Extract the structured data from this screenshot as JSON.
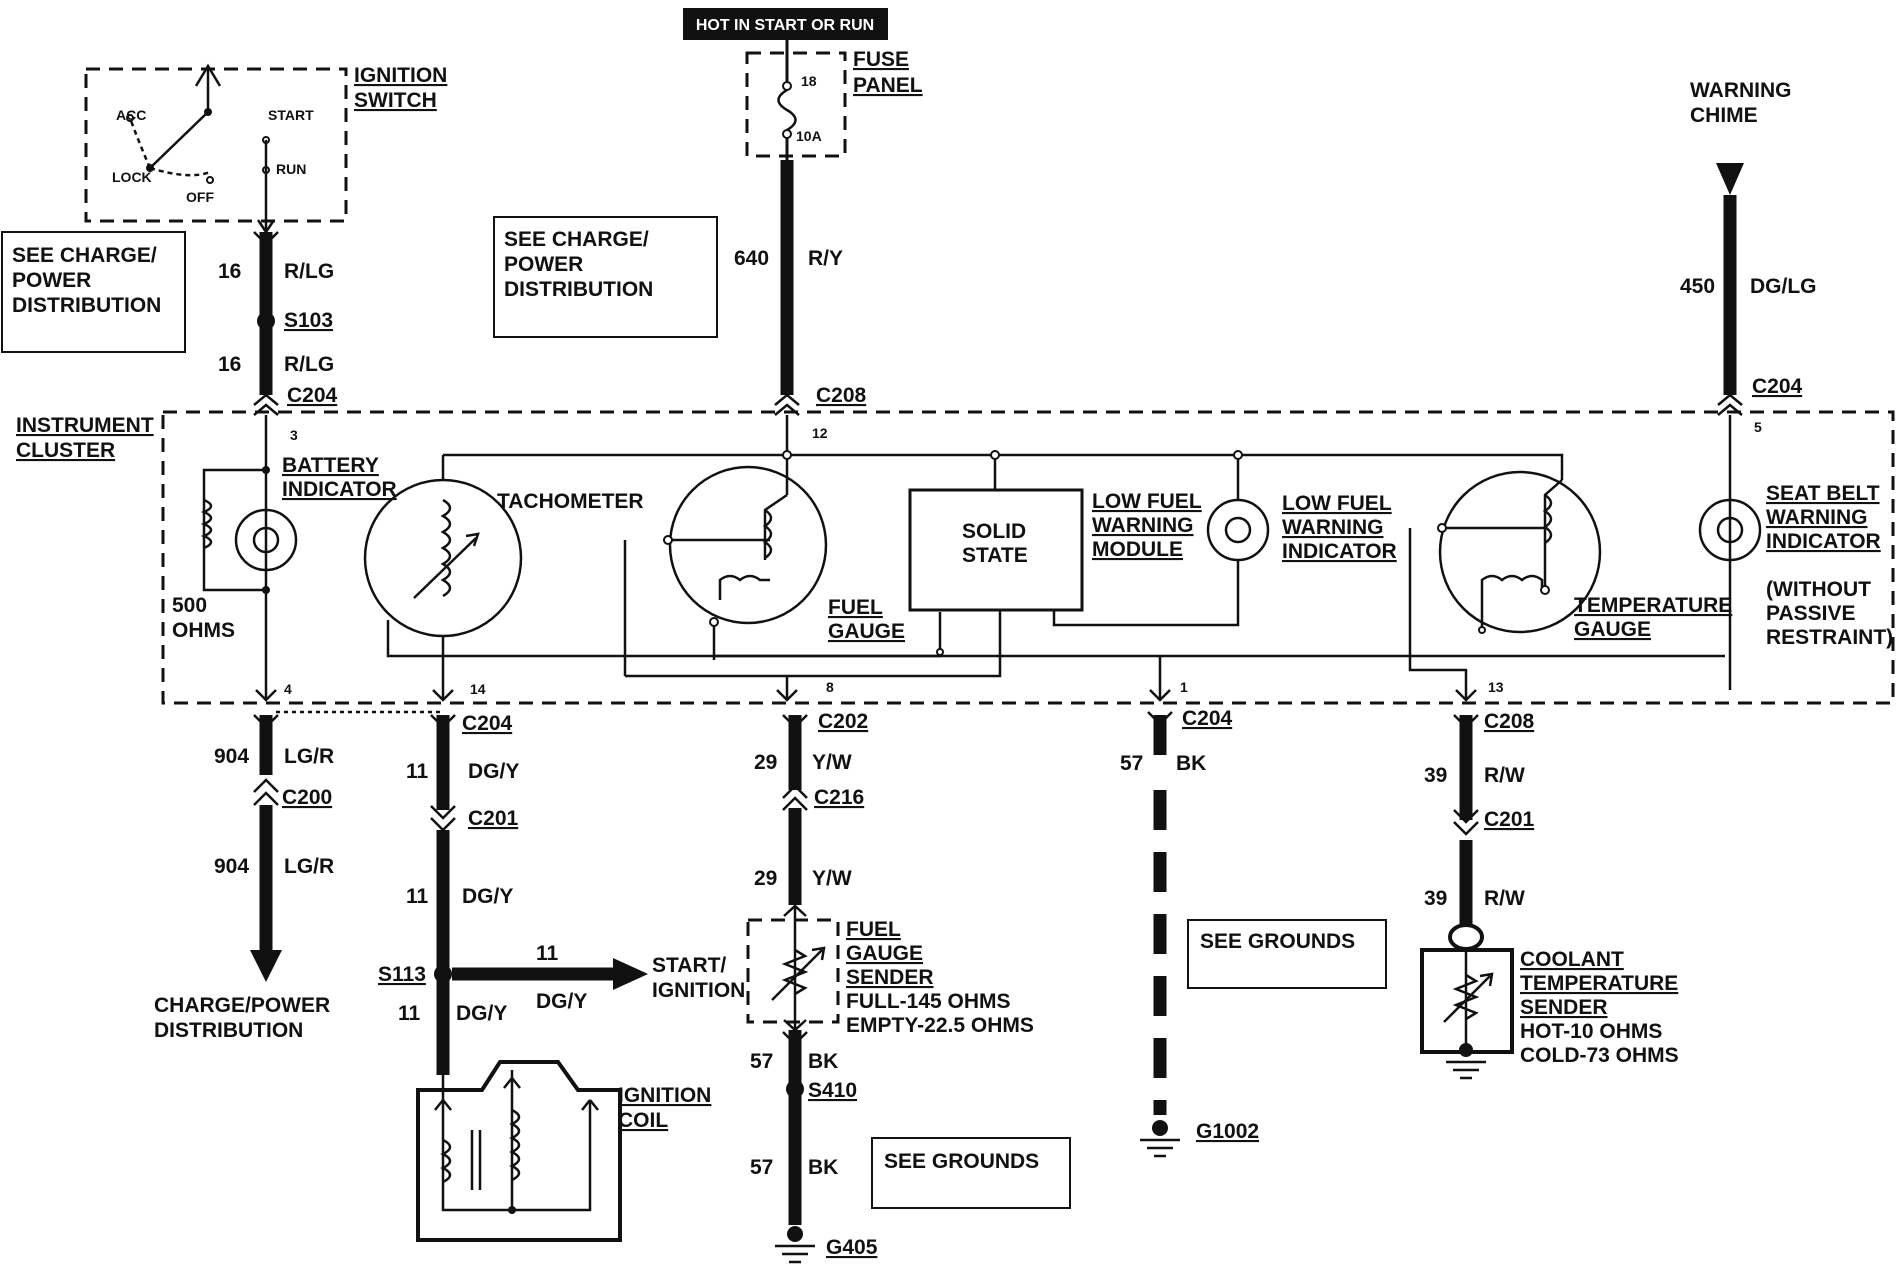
{
  "header": {
    "hot_label": "HOT IN START OR RUN"
  },
  "fuse": {
    "title": "FUSE\nPANEL",
    "num": "18",
    "rating": "10A"
  },
  "ignition": {
    "title": "IGNITION\nSWITCH",
    "acc": "ACC",
    "start": "START",
    "lock": "LOCK",
    "off": "OFF",
    "run": "RUN"
  },
  "refs": {
    "charge_power_1": "SEE CHARGE/\nPOWER\nDISTRIBUTION",
    "charge_power_2": "SEE CHARGE/\nPOWER\nDISTRIBUTION",
    "grounds_1": "SEE GROUNDS",
    "grounds_2": "SEE GROUNDS"
  },
  "warning_chime": "WARNING\nCHIME",
  "cluster": {
    "title": "INSTRUMENT\nCLUSTER",
    "battery": "BATTERY\nINDICATOR",
    "resistor": "500\nOHMS",
    "tach": "TACHOMETER",
    "fuel_gauge": "FUEL\nGAUGE",
    "solid_state": "SOLID\nSTATE",
    "low_fuel_module": "LOW FUEL\nWARNING\nMODULE",
    "low_fuel_indicator": "LOW FUEL\nWARNING\nINDICATOR",
    "temp_gauge": "TEMPERATURE\nGAUGE",
    "seat_belt": "SEAT BELT\nWARNING\nINDICATOR",
    "without_passive": "(WITHOUT\nPASSIVE\nRESTRAINT)"
  },
  "pins": {
    "p3": "3",
    "p12": "12",
    "p5": "5",
    "p4": "4",
    "p14": "14",
    "p8": "8",
    "p1": "1",
    "p13": "13"
  },
  "wires": {
    "w16a": "16",
    "c16a": "R/LG",
    "w16b": "16",
    "c16b": "R/LG",
    "w640": "640",
    "c640": "R/Y",
    "w450": "450",
    "c450": "DG/LG",
    "w904a": "904",
    "c904a": "LG/R",
    "w904b": "904",
    "c904b": "LG/R",
    "w11a": "11",
    "c11a": "DG/Y",
    "w11b": "11",
    "c11b": "DG/Y",
    "w11c": "11",
    "c11c": "DG/Y",
    "w11d": "11",
    "c11d": "DG/Y",
    "w29a": "29",
    "c29a": "Y/W",
    "w29b": "29",
    "c29b": "Y/W",
    "w57a": "57",
    "c57a": "BK",
    "w57b": "57",
    "c57b": "BK",
    "w57c": "57",
    "c57c": "BK",
    "w39a": "39",
    "c39a": "R/W",
    "w39b": "39",
    "c39b": "R/W"
  },
  "connectors": {
    "s103": "S103",
    "c204a": "C204",
    "c208a": "C208",
    "c204b": "C204",
    "c204c": "C204",
    "c200": "C200",
    "c204d": "C204",
    "c201a": "C201",
    "s113": "S113",
    "c202": "C202",
    "c216": "C216",
    "c204e": "C204",
    "c208b": "C208",
    "c201b": "C201",
    "s410": "S410",
    "g405": "G405",
    "g1002": "G1002"
  },
  "components": {
    "charge_power": "CHARGE/POWER\nDISTRIBUTION",
    "start_ignition": "START/\nIGNITION",
    "ignition_coil": "IGNITION\nCOIL",
    "fuel_sender": "FUEL\nGAUGE\nSENDER",
    "fuel_sender_spec": "FULL-145 OHMS\nEMPTY-22.5 OHMS",
    "coolant_sender": "COOLANT\nTEMPERATURE\nSENDER",
    "coolant_sender_spec": "HOT-10 OHMS\nCOLD-73 OHMS"
  }
}
